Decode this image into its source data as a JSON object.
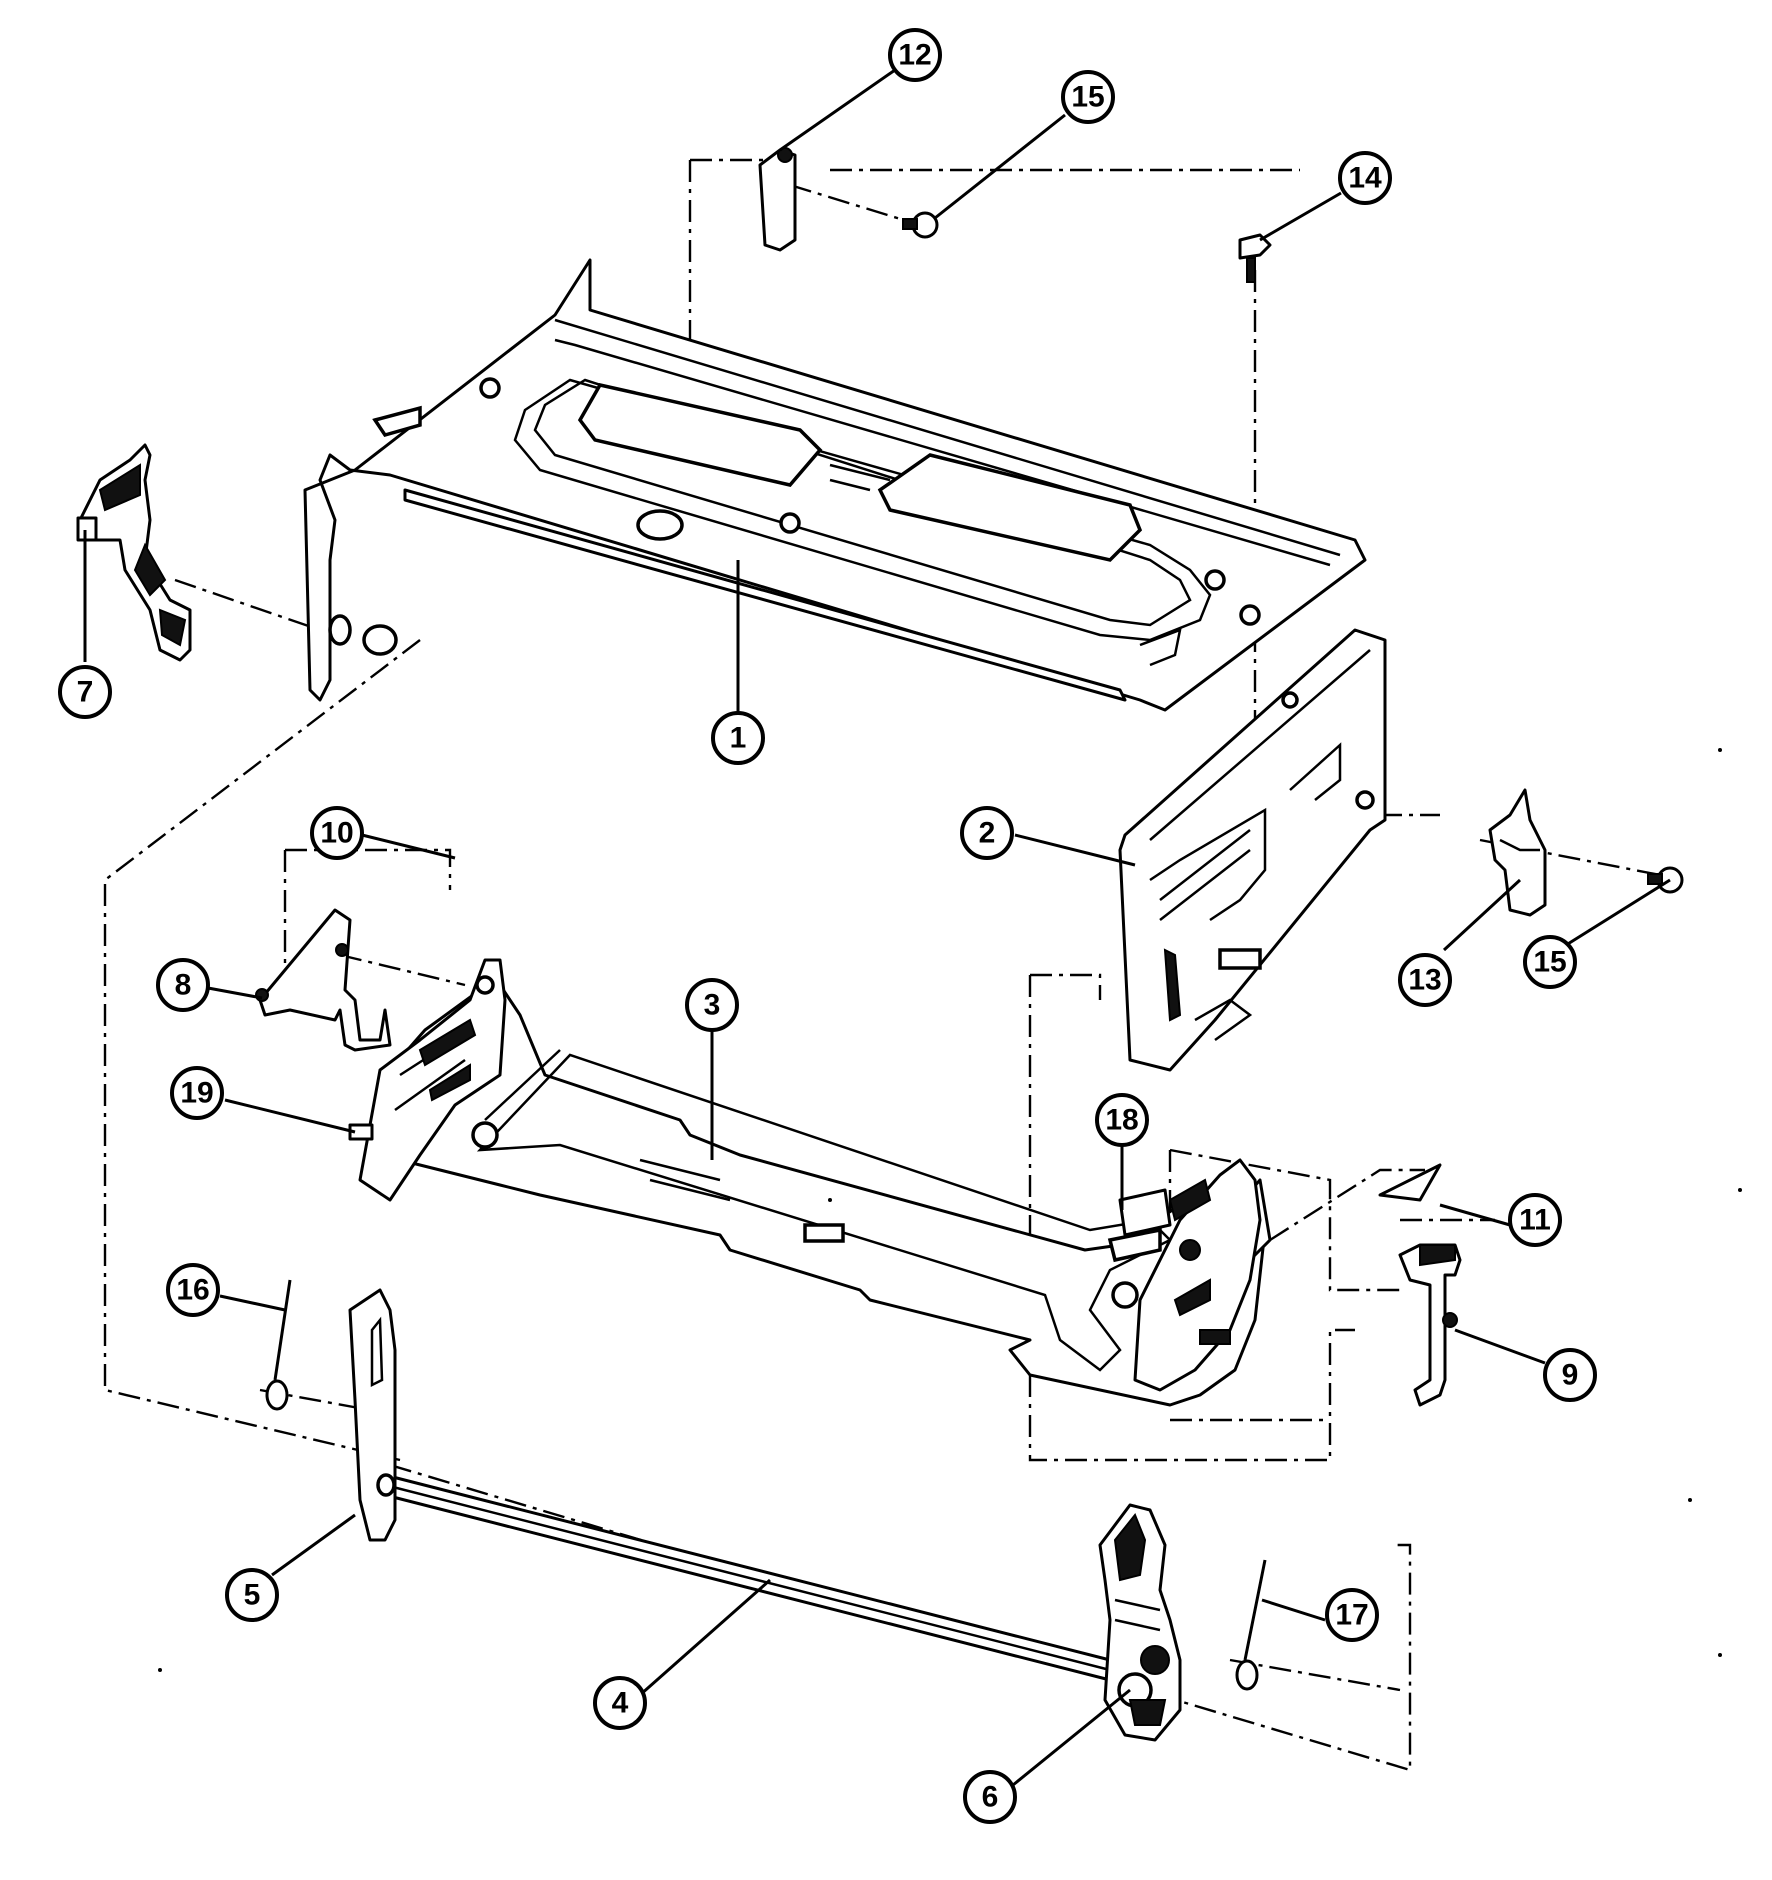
{
  "callouts": [
    {
      "id": "c1",
      "label": "1"
    },
    {
      "id": "c2",
      "label": "2"
    },
    {
      "id": "c3",
      "label": "3"
    },
    {
      "id": "c4",
      "label": "4"
    },
    {
      "id": "c5",
      "label": "5"
    },
    {
      "id": "c6",
      "label": "6"
    },
    {
      "id": "c7",
      "label": "7"
    },
    {
      "id": "c8",
      "label": "8"
    },
    {
      "id": "c9",
      "label": "9"
    },
    {
      "id": "c10",
      "label": "10"
    },
    {
      "id": "c11",
      "label": "11"
    },
    {
      "id": "c12",
      "label": "12"
    },
    {
      "id": "c13",
      "label": "13"
    },
    {
      "id": "c14",
      "label": "14"
    },
    {
      "id": "c15a",
      "label": "15"
    },
    {
      "id": "c15b",
      "label": "15"
    },
    {
      "id": "c16",
      "label": "16"
    },
    {
      "id": "c17",
      "label": "17"
    },
    {
      "id": "c18",
      "label": "18"
    },
    {
      "id": "c19",
      "label": "19"
    }
  ]
}
